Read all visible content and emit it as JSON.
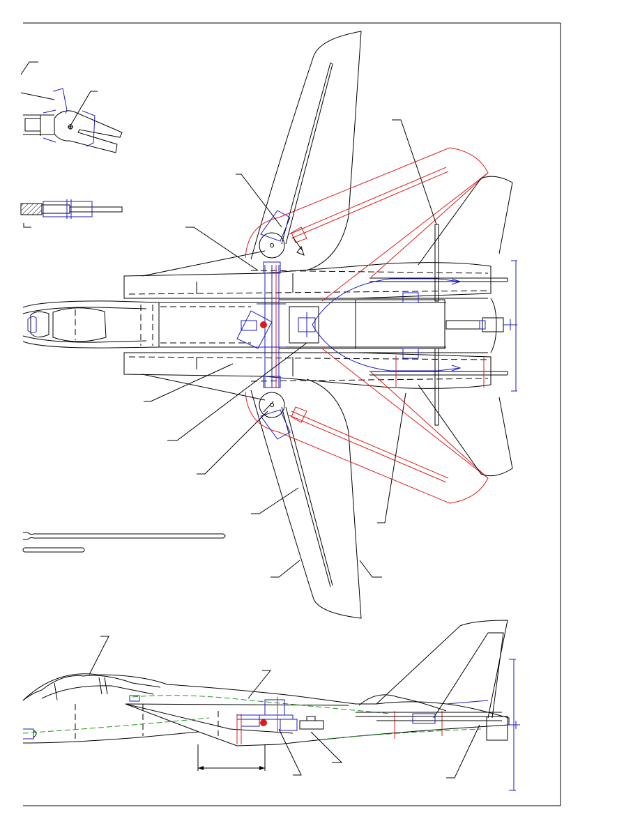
{
  "drawing": {
    "colors": {
      "outline": "#000000",
      "structure": "#1a1ac8",
      "swept_wing": "#e01a1a",
      "centerline": "#1a9a1a"
    },
    "views": [
      "wing-pivot-detail",
      "pivot-section-detail",
      "plan-view",
      "rod-detail",
      "side-view"
    ]
  }
}
